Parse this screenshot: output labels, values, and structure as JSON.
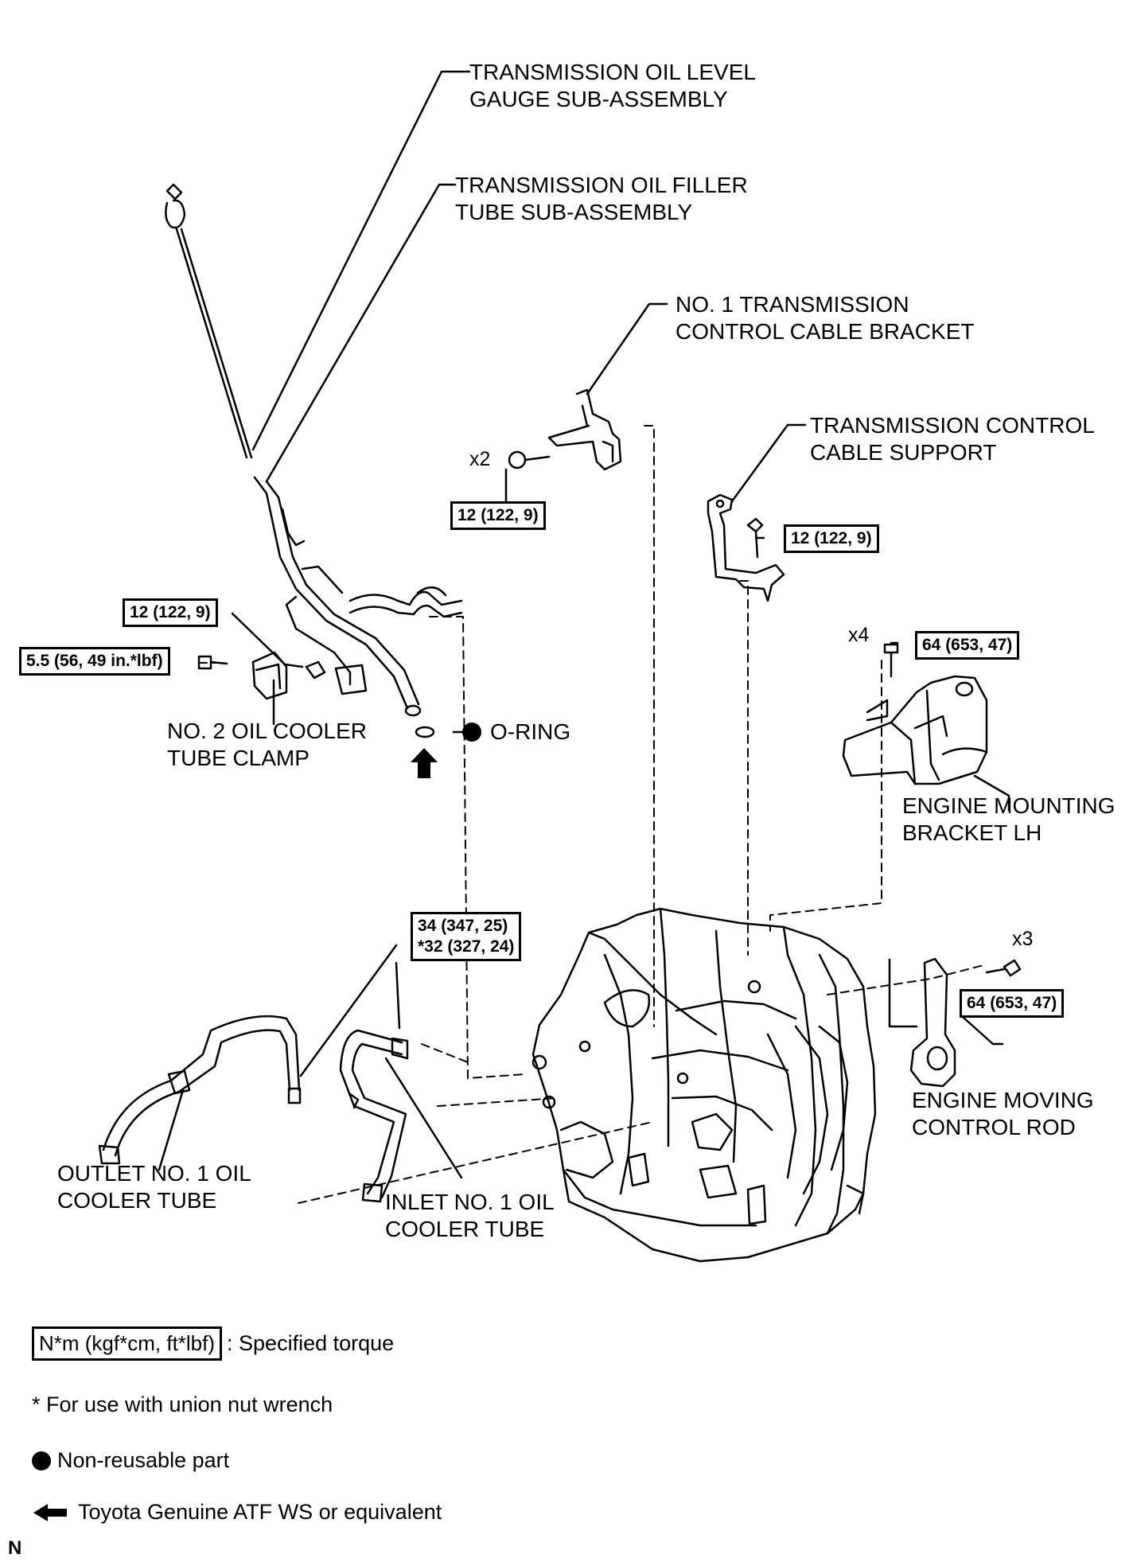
{
  "labels": {
    "oil_level_gauge": [
      "TRANSMISSION OIL LEVEL",
      "GAUGE SUB-ASSEMBLY"
    ],
    "oil_filler_tube": [
      "TRANSMISSION OIL FILLER",
      "TUBE SUB-ASSEMBLY"
    ],
    "cable_bracket": [
      "NO. 1 TRANSMISSION",
      "CONTROL CABLE BRACKET"
    ],
    "cable_support": [
      "TRANSMISSION CONTROL",
      "CABLE SUPPORT"
    ],
    "cooler_clamp": [
      "NO. 2 OIL COOLER",
      "TUBE CLAMP"
    ],
    "o_ring": "O-RING",
    "mounting_bracket": [
      "ENGINE MOUNTING",
      "BRACKET LH"
    ],
    "moving_rod": [
      "ENGINE MOVING",
      "CONTROL ROD"
    ],
    "outlet_tube": [
      "OUTLET NO. 1 OIL",
      "COOLER TUBE"
    ],
    "inlet_tube": [
      "INLET NO. 1 OIL",
      "COOLER TUBE"
    ]
  },
  "torques": {
    "bracket_bolt": "12 (122, 9)",
    "support_bolt": "12 (122, 9)",
    "filler_bolt": "12 (122, 9)",
    "clamp_bolt": "5.5 (56, 49 in.*lbf)",
    "mount_bolt": "64 (653, 47)",
    "union_nut": [
      "34 (347, 25)",
      "*32 (327, 24)"
    ],
    "rod_bolt": "64 (653, 47)"
  },
  "counts": {
    "bracket": "x2",
    "mount": "x4",
    "rod": "x3"
  },
  "legend": {
    "torque_box": "N*m (kgf*cm, ft*lbf)",
    "torque_text": ": Specified torque",
    "union_note": "* For use with union nut wrench",
    "non_reusable": "Non-reusable part",
    "atf": "Toyota Genuine ATF WS or equivalent"
  },
  "corner_mark": "N"
}
